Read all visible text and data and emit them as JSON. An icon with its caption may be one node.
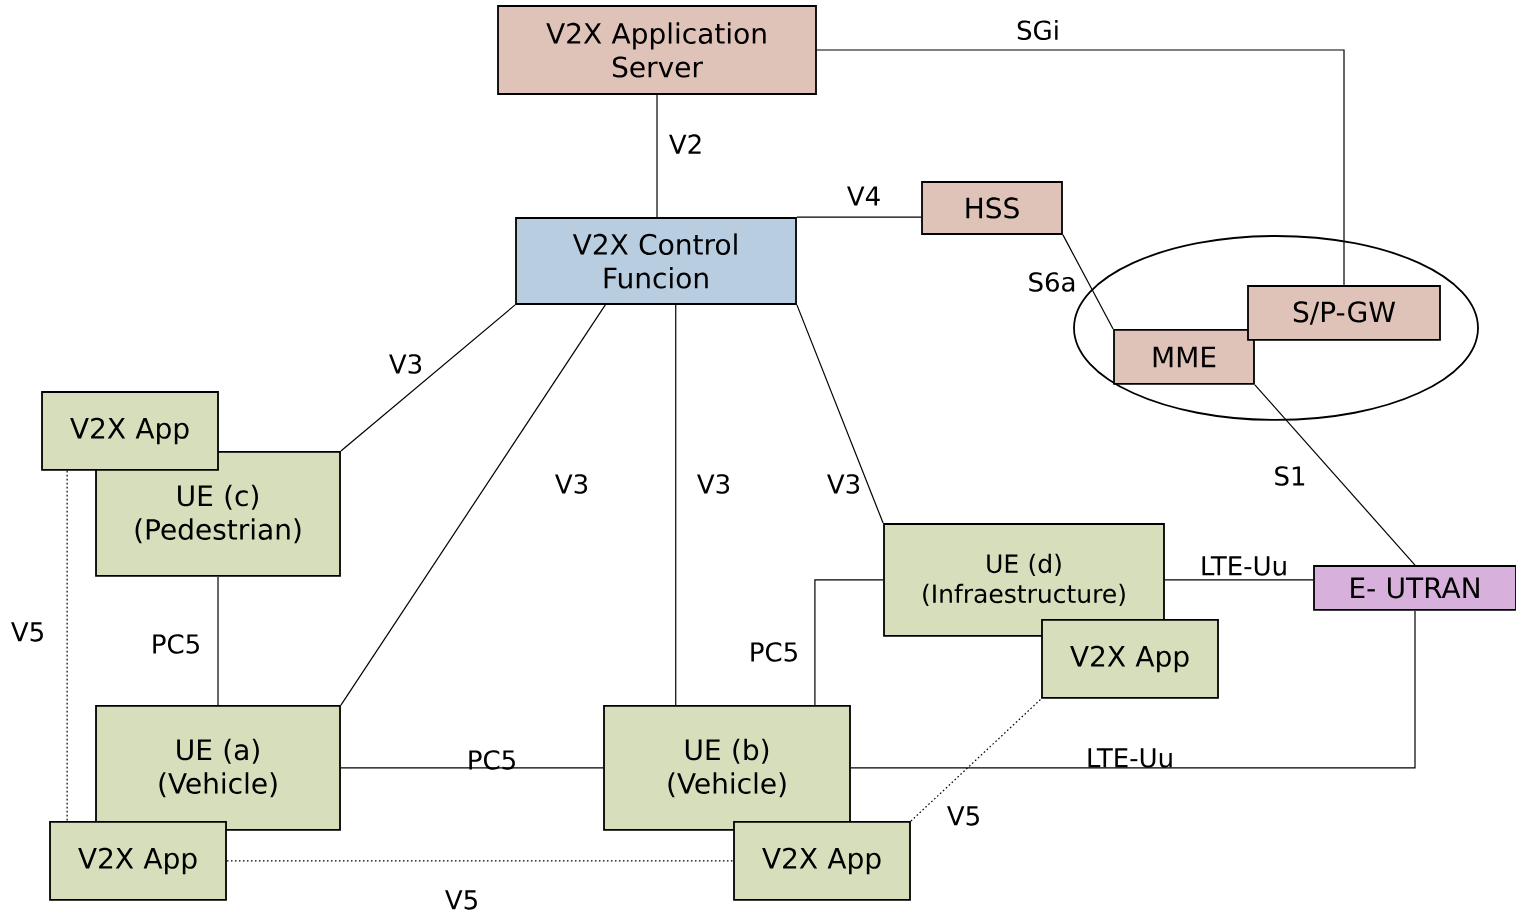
{
  "diagram": {
    "nodes": [
      {
        "text": [
          "V2X Application Server"
        ]
      },
      {
        "text": [
          "V2X Control Funcion"
        ]
      },
      {
        "text": [
          "HSS"
        ]
      },
      {
        "text": [],
        "shape": "ellipse"
      },
      {
        "text": [
          "MME"
        ],
        "in": 3
      },
      {
        "text": [
          "S/P-GW"
        ],
        "in": 3
      },
      {
        "text": [
          "UE (c) (Pedestrian)"
        ]
      },
      {
        "text": [
          "V2X App"
        ]
      },
      {
        "text": [
          "UE (a) (Vehicle)"
        ]
      },
      {
        "text": [
          "V2X App"
        ]
      },
      {
        "text": [
          "UE (b) (Vehicle)"
        ]
      },
      {
        "text": [
          "V2X App"
        ]
      },
      {
        "text": [
          "UE (d) (Infraestructure)"
        ]
      },
      {
        "text": [
          "V2X App"
        ]
      },
      {
        "text": [
          "E- UTRAN"
        ]
      }
    ],
    "edges": [
      {
        "from": 0,
        "to": 1,
        "arrow": "none",
        "label": "V2"
      },
      {
        "from": 1,
        "to": 2,
        "arrow": "none",
        "label": "V4"
      },
      {
        "from": 0,
        "to": 5,
        "arrow": "none",
        "label": "SGi"
      },
      {
        "from": 2,
        "to": 4,
        "arrow": "none",
        "label": "S6a"
      },
      {
        "from": 4,
        "to": 14,
        "arrow": "none",
        "label": "S1"
      },
      {
        "from": 1,
        "to": 6,
        "arrow": "none",
        "label": "V3"
      },
      {
        "from": 1,
        "to": 8,
        "arrow": "none",
        "label": "V3"
      },
      {
        "from": 1,
        "to": 10,
        "arrow": "none",
        "label": "V3"
      },
      {
        "from": 1,
        "to": 12,
        "arrow": "none",
        "label": "V3"
      },
      {
        "from": 6,
        "to": 8,
        "arrow": "none",
        "label": "PC5"
      },
      {
        "from": 8,
        "to": 10,
        "arrow": "none",
        "label": "PC5"
      },
      {
        "from": 12,
        "to": 10,
        "arrow": "none",
        "label": "PC5"
      },
      {
        "from": 12,
        "to": 14,
        "arrow": "none",
        "label": "LTE-Uu"
      },
      {
        "from": 10,
        "to": 14,
        "arrow": "none",
        "label": "LTE-Uu"
      },
      {
        "from": 7,
        "to": 9,
        "arrow": "none",
        "label": "V5",
        "style": "dashed"
      },
      {
        "from": 9,
        "to": 11,
        "arrow": "none",
        "label": "V5",
        "style": "dashed"
      },
      {
        "from": 11,
        "to": 13,
        "arrow": "none",
        "label": "V5",
        "style": "dashed"
      }
    ]
  }
}
